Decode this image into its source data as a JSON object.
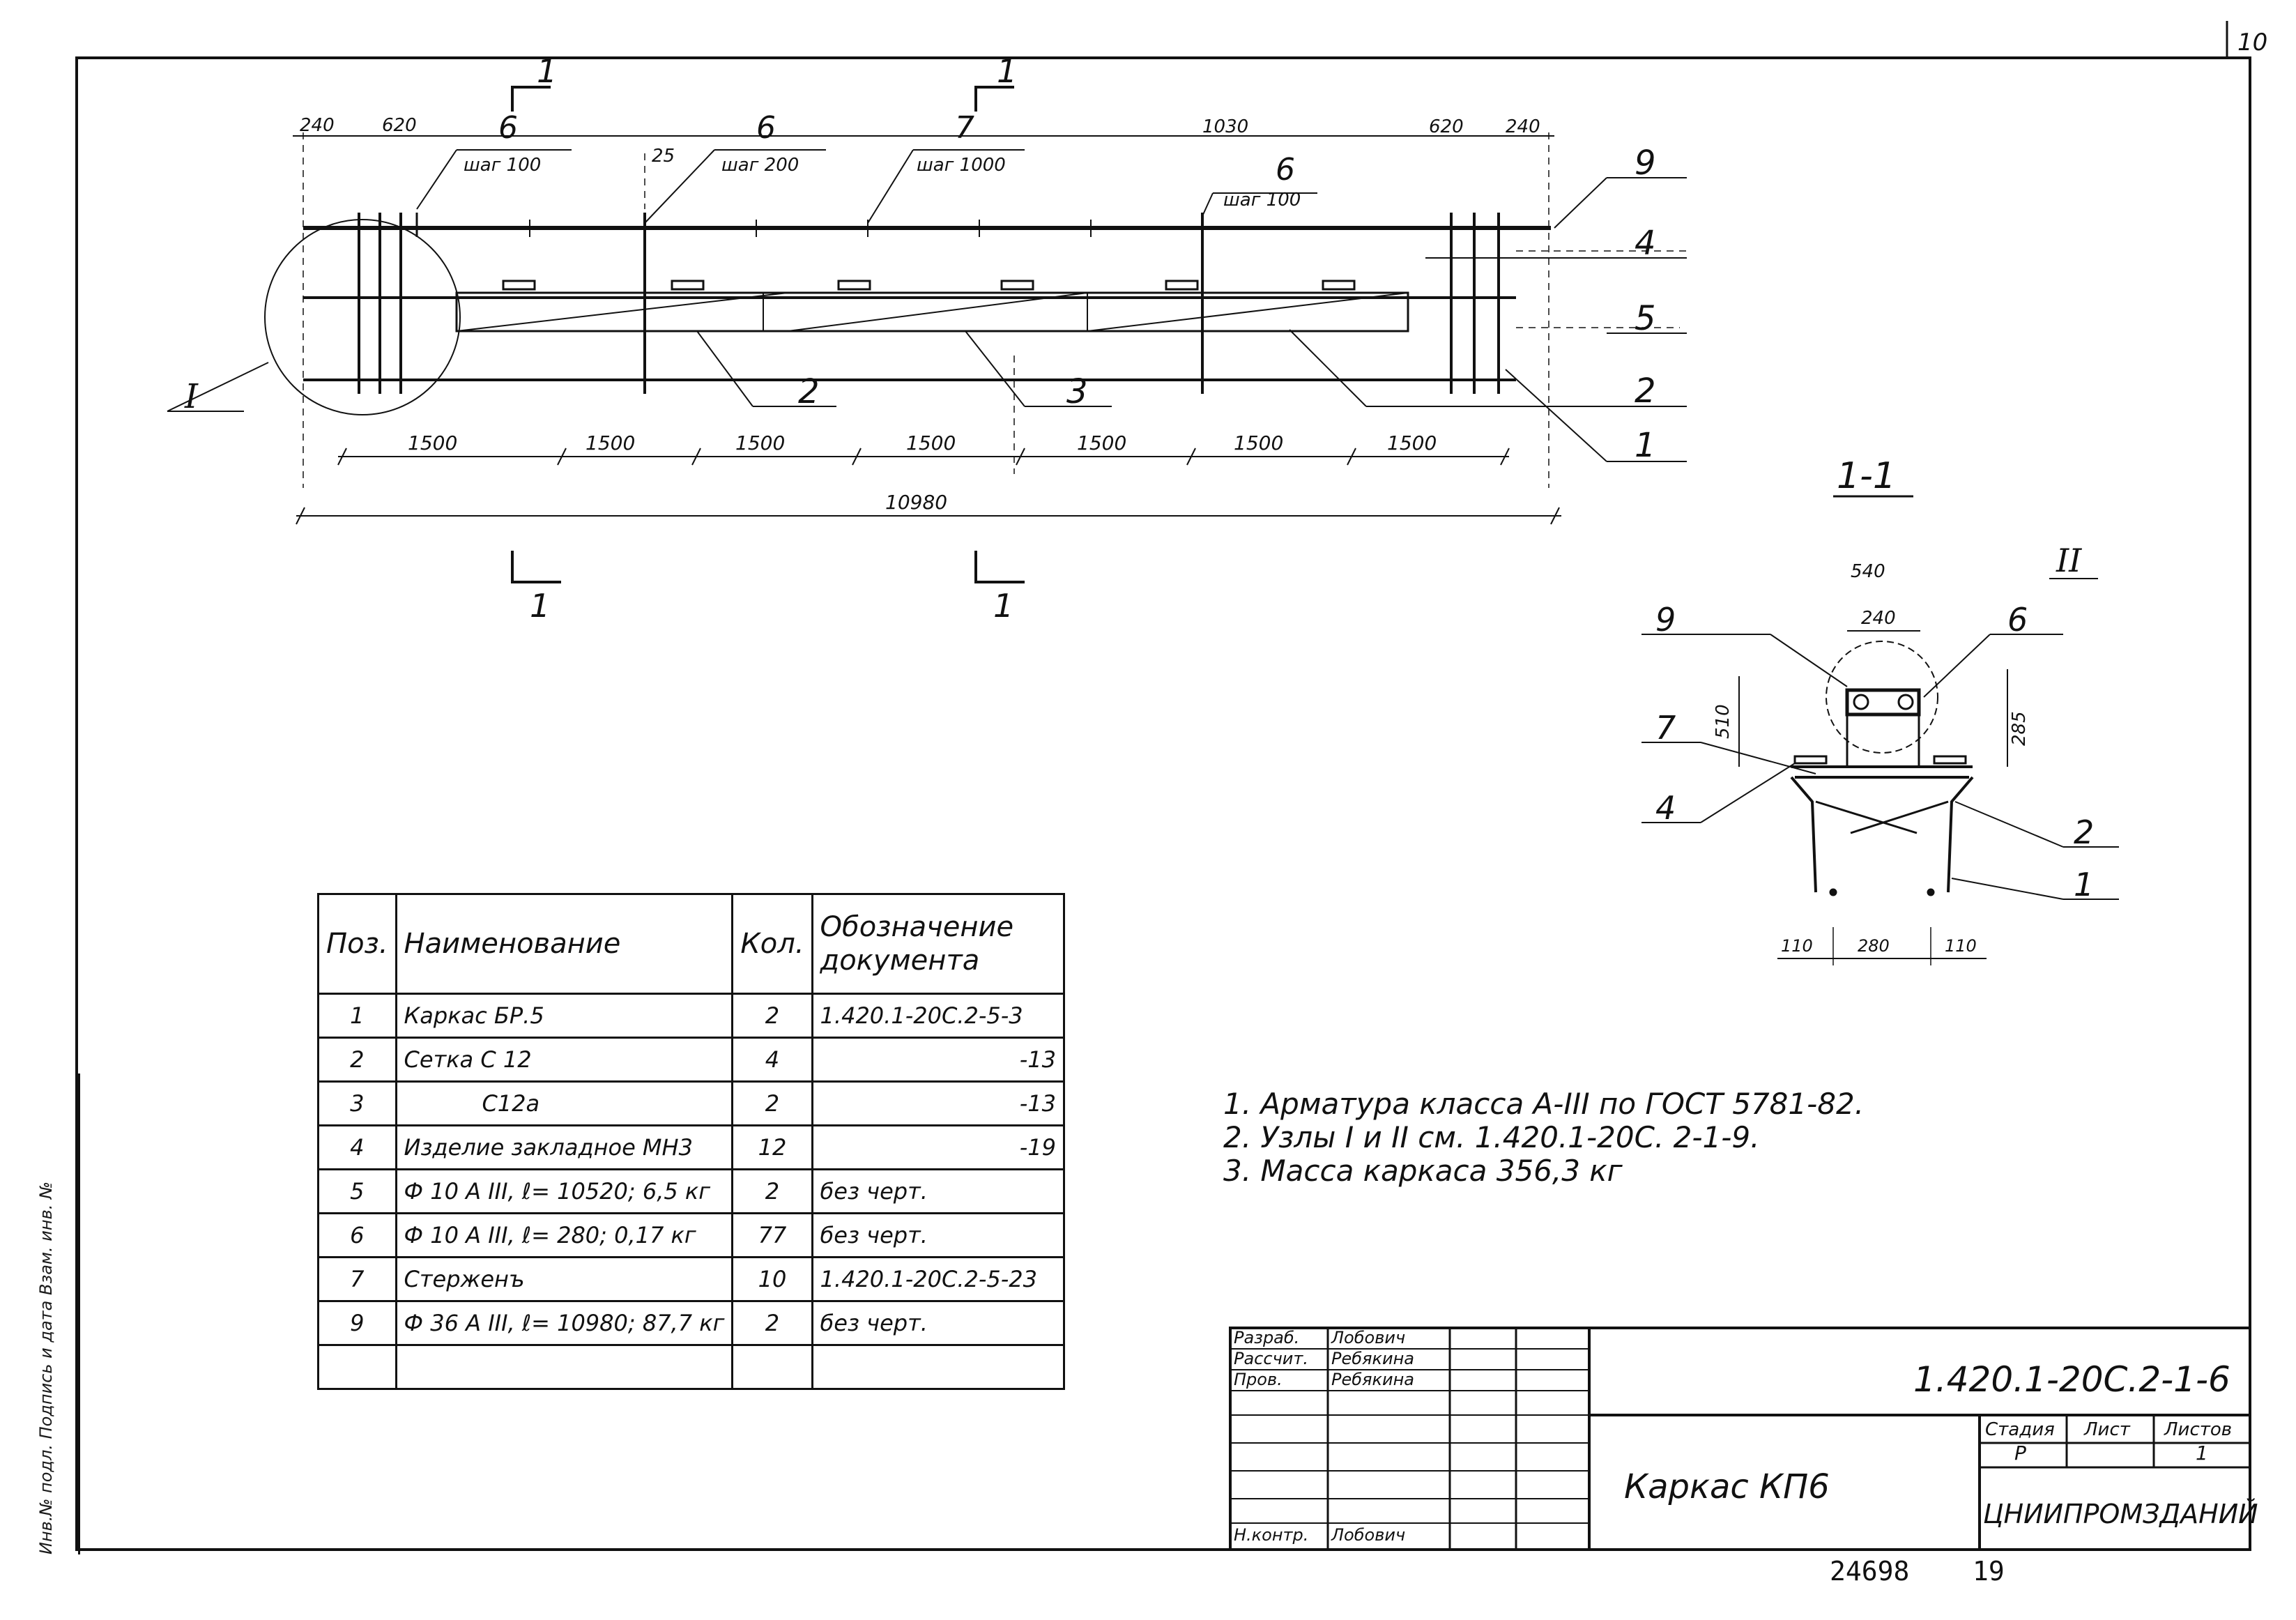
{
  "sheet": {
    "page_number": "10",
    "footer_number": "24698",
    "footer_sheet": "19"
  },
  "drawing": {
    "section_marks": [
      "1",
      "1",
      "1",
      "1"
    ],
    "top_dims": [
      "240",
      "620",
      "25",
      "1030",
      "620",
      "240"
    ],
    "callouts": [
      {
        "num": "6",
        "sub": "шаг 100"
      },
      {
        "num": "6",
        "sub": "шаг 200"
      },
      {
        "num": "7",
        "sub": "шаг 1000"
      },
      {
        "num": "6",
        "sub": "шаг 100"
      }
    ],
    "right_positions": [
      "9",
      "4",
      "5",
      "2",
      "1"
    ],
    "bottom_positions": [
      "2",
      "3"
    ],
    "node_label": "I",
    "bottom_dims": [
      "1500",
      "1500",
      "1500",
      "1500",
      "1500",
      "1500",
      "1500"
    ],
    "overall_dim": "10980"
  },
  "section": {
    "title": "1-1",
    "node_label": "II",
    "top_dim": "540",
    "inner_dim": "240",
    "left_dim": "510",
    "right_dim": "285",
    "bottom_dims": [
      "110",
      "280",
      "110"
    ],
    "left_positions": [
      "9",
      "7",
      "4"
    ],
    "right_positions": [
      "6",
      "2",
      "1"
    ]
  },
  "spec_table": {
    "headers": {
      "pos": "Поз.",
      "name": "Наименование",
      "qty": "Кол.",
      "doc": "Обозначение документа"
    },
    "rows": [
      {
        "pos": "1",
        "name": "Каркас   БР.5",
        "qty": "2",
        "doc": "1.420.1-20С.2-5-3"
      },
      {
        "pos": "2",
        "name": "Сетка    С 12",
        "qty": "4",
        "doc": "-13"
      },
      {
        "pos": "3",
        "name": "           С12а",
        "qty": "2",
        "doc": "-13"
      },
      {
        "pos": "4",
        "name": "Изделие закладное МН3",
        "qty": "12",
        "doc": "-19"
      },
      {
        "pos": "5",
        "name": "Ф 10 А III, ℓ= 10520; 6,5 кг",
        "qty": "2",
        "doc": "без черт."
      },
      {
        "pos": "6",
        "name": "Ф 10 А III, ℓ= 280; 0,17 кг",
        "qty": "77",
        "doc": "без черт."
      },
      {
        "pos": "7",
        "name": "Стерженъ",
        "qty": "10",
        "doc": "1.420.1-20С.2-5-23"
      },
      {
        "pos": "9",
        "name": "Ф 36 А III, ℓ= 10980; 87,7 кг",
        "qty": "2",
        "doc": "без черт."
      },
      {
        "pos": "",
        "name": "",
        "qty": "",
        "doc": ""
      }
    ]
  },
  "notes": [
    "1. Арматура   класса  А-III  по  ГОСТ 5781-82.",
    "2. Узлы  I и II  см. 1.420.1-20С. 2-1-9.",
    "3. Масса  каркаса   356,3 кг"
  ],
  "side_stamp": "Инв.№ подл.   Подпись и дата   Взам. инв. №",
  "title_block": {
    "roles": [
      "Разраб.",
      "Рассчит.",
      "Пров.",
      "",
      "",
      "",
      "Н.контр."
    ],
    "names": [
      "Лобович",
      "Ребякина",
      "Ребякина",
      "",
      "",
      "",
      "Лобович"
    ],
    "doc_code": "1.420.1-20С.2-1-6",
    "title": "Каркас КП6",
    "stage_label": "Стадия",
    "sheet_label": "Лист",
    "sheets_label": "Листов",
    "stage": "Р",
    "sheets": "1",
    "org": "ЦНИИПРОМЗДАНИЙ"
  }
}
